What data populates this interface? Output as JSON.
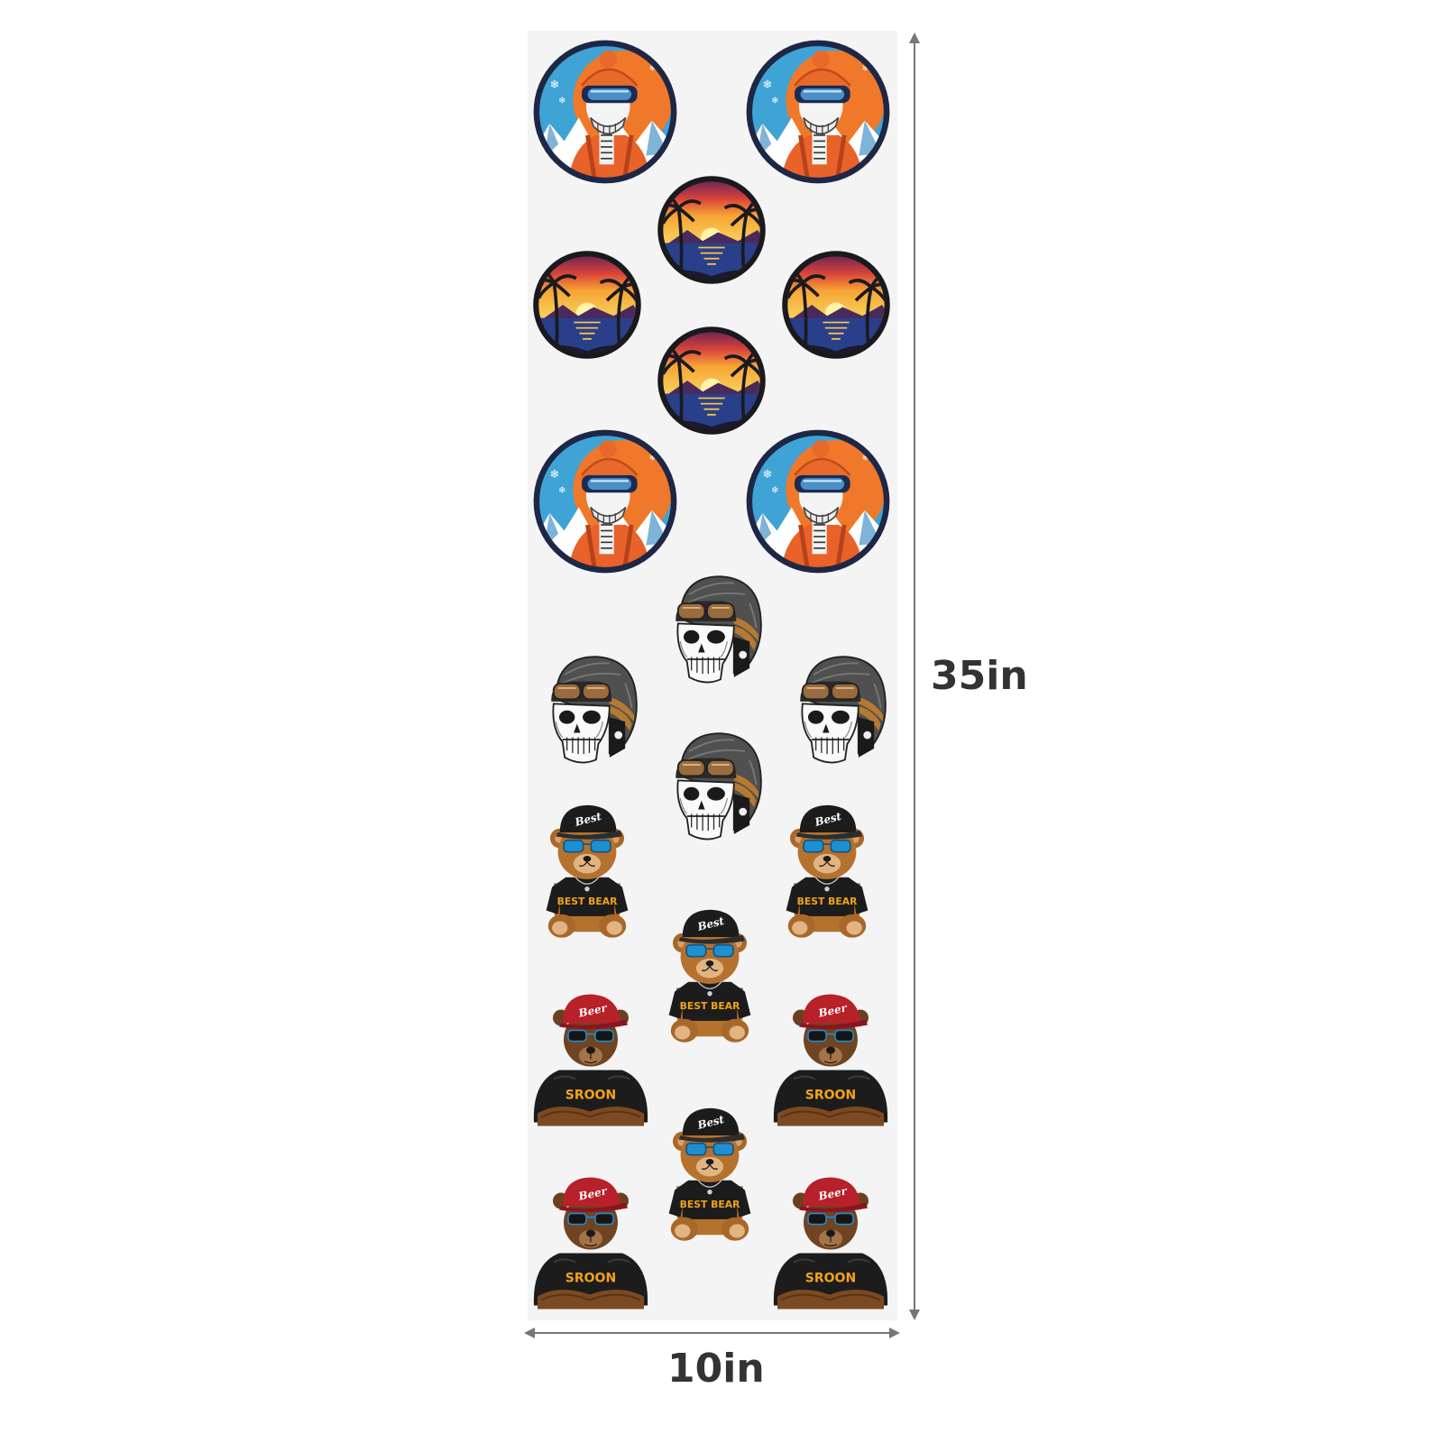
{
  "dimensions": {
    "height": "35in",
    "width": "10in"
  },
  "colors": {
    "sheet": "#f4f4f4",
    "dimension_line": "#777777",
    "dimension_text": "#333333"
  },
  "sticker_sheet": {
    "stickers": [
      {
        "type": "ski-skeleton",
        "name": "ski-skeleton-sticker"
      },
      {
        "type": "ski-skeleton",
        "name": "ski-skeleton-sticker"
      },
      {
        "type": "sunset",
        "name": "sunset-palm-sticker"
      },
      {
        "type": "sunset",
        "name": "sunset-palm-sticker"
      },
      {
        "type": "sunset",
        "name": "sunset-palm-sticker"
      },
      {
        "type": "sunset",
        "name": "sunset-palm-sticker"
      },
      {
        "type": "ski-skeleton",
        "name": "ski-skeleton-sticker"
      },
      {
        "type": "ski-skeleton",
        "name": "ski-skeleton-sticker"
      },
      {
        "type": "helmet-skull",
        "name": "helmet-skull-sticker"
      },
      {
        "type": "helmet-skull",
        "name": "helmet-skull-sticker"
      },
      {
        "type": "helmet-skull",
        "name": "helmet-skull-sticker"
      },
      {
        "type": "helmet-skull",
        "name": "helmet-skull-sticker"
      },
      {
        "type": "best-bear",
        "name": "best-bear-sticker",
        "cap_text": "Best",
        "shirt_text": "BEST BEAR"
      },
      {
        "type": "best-bear",
        "name": "best-bear-sticker",
        "cap_text": "Best",
        "shirt_text": "BEST BEAR"
      },
      {
        "type": "best-bear",
        "name": "best-bear-sticker",
        "cap_text": "Best",
        "shirt_text": "BEST BEAR"
      },
      {
        "type": "best-bear",
        "name": "best-bear-sticker",
        "cap_text": "Best",
        "shirt_text": "BEST BEAR"
      },
      {
        "type": "sroon-bear",
        "name": "sroon-bear-sticker",
        "cap_text": "Beer",
        "shirt_text": "SROON"
      },
      {
        "type": "sroon-bear",
        "name": "sroon-bear-sticker",
        "cap_text": "Beer",
        "shirt_text": "SROON"
      },
      {
        "type": "sroon-bear",
        "name": "sroon-bear-sticker",
        "cap_text": "Beer",
        "shirt_text": "SROON"
      },
      {
        "type": "sroon-bear",
        "name": "sroon-bear-sticker",
        "cap_text": "Beer",
        "shirt_text": "SROON"
      }
    ]
  }
}
